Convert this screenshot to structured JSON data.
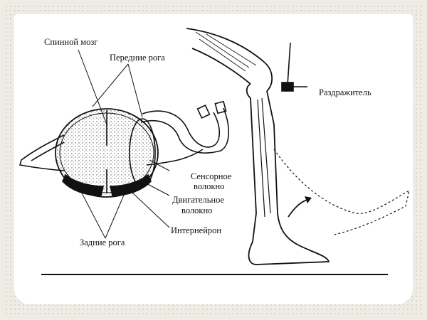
{
  "labels": {
    "spinal_cord": "Спинной мозг",
    "anterior_horns": "Передние рога",
    "stimulus": "Раздражитель",
    "sensory_fiber_1": "Сенсорное",
    "sensory_fiber_2": "волокно",
    "motor_fiber_1": "Двигательное",
    "motor_fiber_2": "волокно",
    "interneuron": "Интернейрон",
    "posterior_horns": "Задние рога"
  },
  "colors": {
    "background": "#efece5",
    "card": "#ffffff",
    "ink": "#111111"
  }
}
